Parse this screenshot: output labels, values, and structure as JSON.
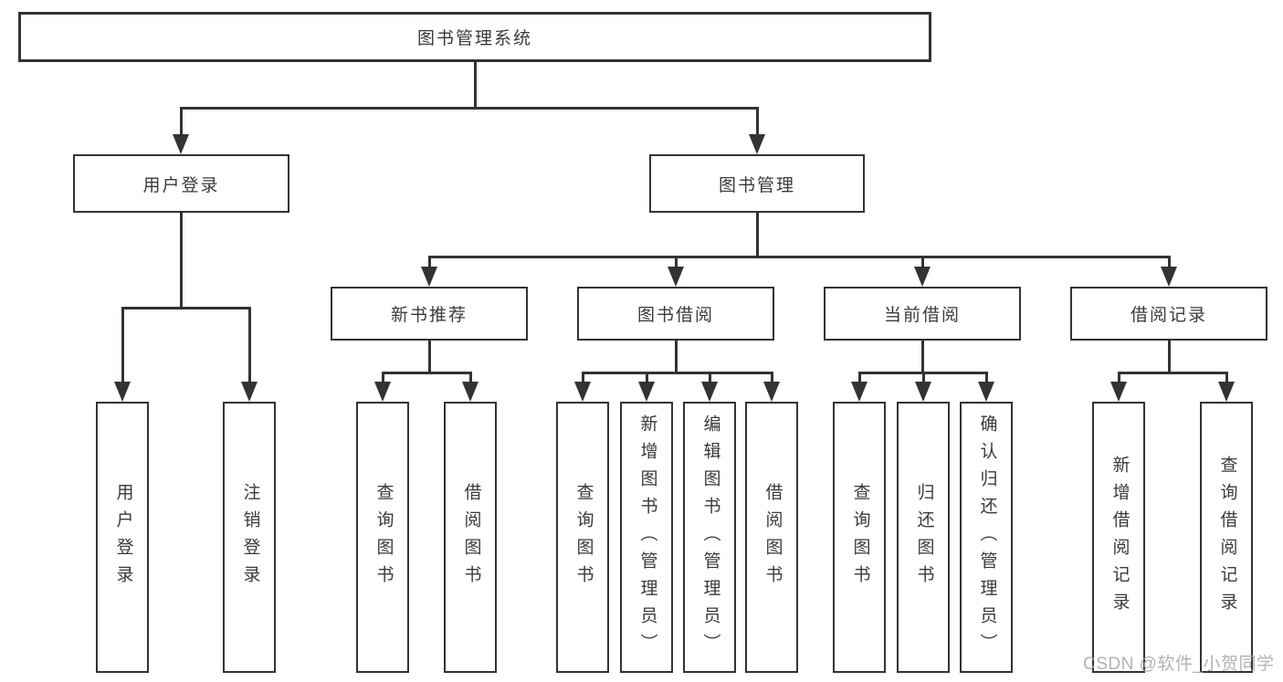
{
  "diagram_type": "hierarchy-tree",
  "colors": {
    "line": "#333333",
    "text": "#3a3a3a",
    "background": "#ffffff",
    "watermark": "#a8abb0"
  },
  "watermark": {
    "text": "CSDN @软件_小贺同学"
  },
  "tree": {
    "label": "图书管理系统",
    "children": [
      {
        "label": "用户登录",
        "children": [
          {
            "label": "用户登录"
          },
          {
            "label": "注销登录"
          }
        ]
      },
      {
        "label": "图书管理",
        "children": [
          {
            "label": "新书推荐",
            "children": [
              {
                "label": "查询图书"
              },
              {
                "label": "借阅图书"
              }
            ]
          },
          {
            "label": "图书借阅",
            "children": [
              {
                "label": "查询图书"
              },
              {
                "label": "新增图书（管理员）"
              },
              {
                "label": "编辑图书（管理员）"
              },
              {
                "label": "借阅图书"
              }
            ]
          },
          {
            "label": "当前借阅",
            "children": [
              {
                "label": "查询图书"
              },
              {
                "label": "归还图书"
              },
              {
                "label": "确认归还（管理员）"
              }
            ]
          },
          {
            "label": "借阅记录",
            "children": [
              {
                "label": "新增借阅记录"
              },
              {
                "label": "查询借阅记录"
              }
            ]
          }
        ]
      }
    ]
  }
}
